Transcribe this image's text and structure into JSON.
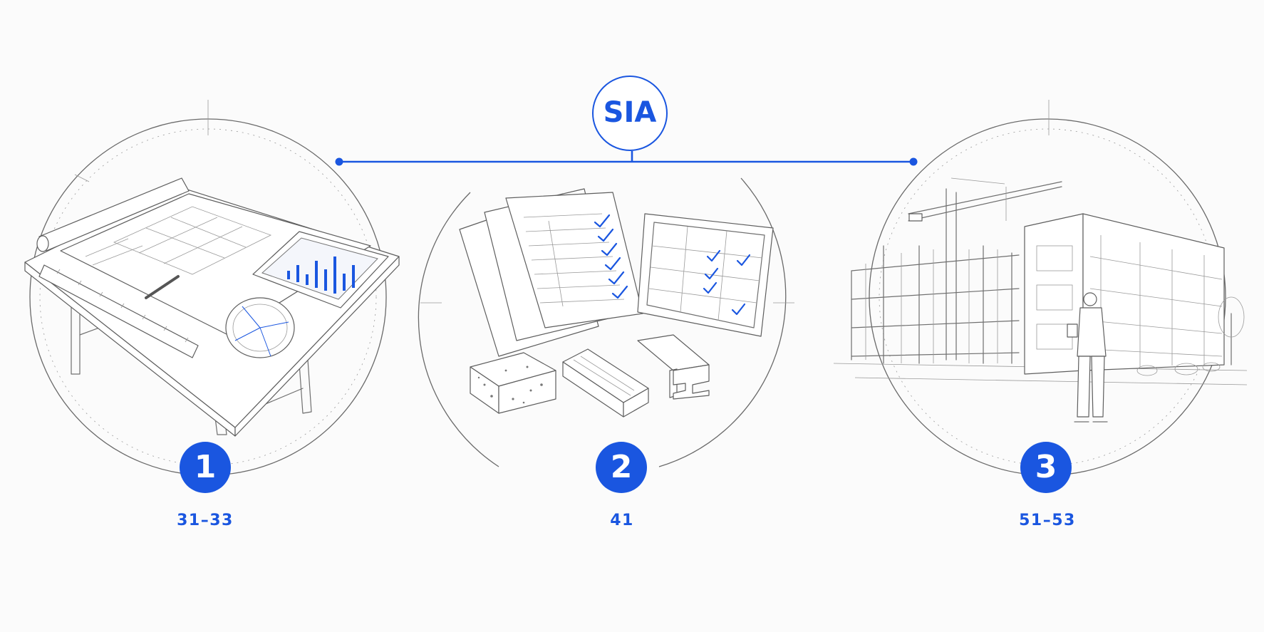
{
  "header": {
    "title": "SIA"
  },
  "phases": [
    {
      "number": "1",
      "label": "31–33",
      "icon": "planning-table-icon"
    },
    {
      "number": "2",
      "label": "41",
      "icon": "tender-documents-icon"
    },
    {
      "number": "3",
      "label": "51–53",
      "icon": "construction-site-icon"
    }
  ],
  "colors": {
    "accent": "#1a56e0",
    "sketch": "#6f6f6f",
    "background": "#fbfbfb"
  }
}
